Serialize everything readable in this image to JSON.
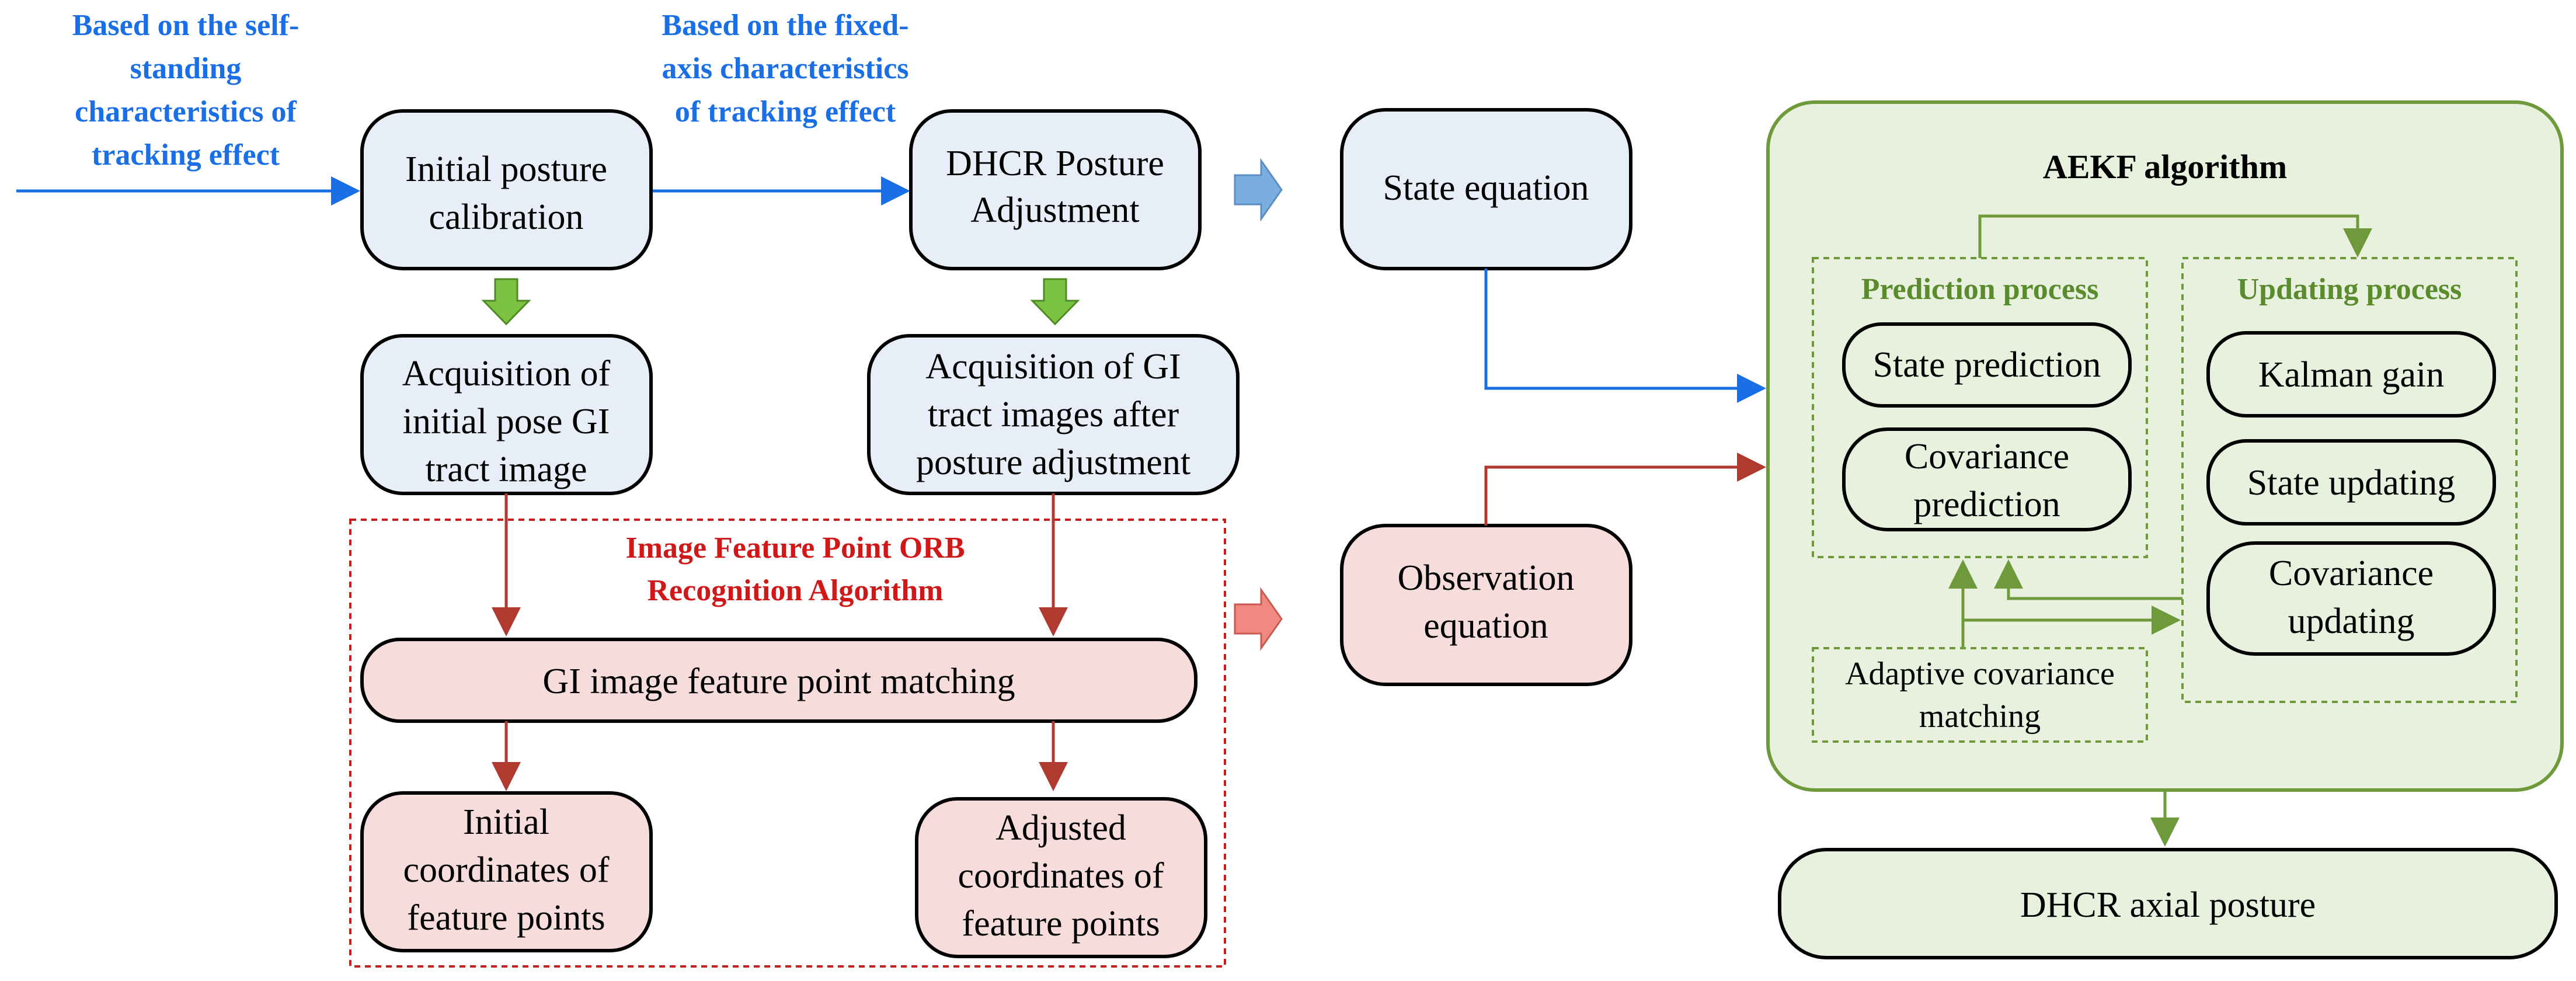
{
  "colors": {
    "blue_box": "#e8eef7",
    "pink_box": "#f7dcdc",
    "green_panel": "#e8f0de",
    "green_stroke": "#6e9a3c",
    "blue_line": "#1a6ee6",
    "red_line": "#b03a30",
    "green_arrow": "#7cc243",
    "dashed_red": "#c81e1e"
  },
  "notes": {
    "self_standing": [
      "Based on the self-",
      "standing",
      "characteristics of",
      "tracking effect"
    ],
    "fixed_axis": [
      "Based on the fixed-",
      "axis characteristics",
      "of  tracking effect"
    ],
    "orb": [
      "Image Feature Point ORB",
      "Recognition Algorithm"
    ]
  },
  "boxes": {
    "initial_calibration": [
      "Initial posture",
      "calibration"
    ],
    "dhcr_adjustment": [
      "DHCR Posture",
      "Adjustment"
    ],
    "state_equation": [
      "State equation"
    ],
    "acq_initial": [
      "Acquisition of",
      "initial pose GI",
      "tract image"
    ],
    "acq_adjusted": [
      "Acquisition of GI",
      "tract images after",
      "posture adjustment"
    ],
    "observation": [
      "Observation",
      "equation"
    ],
    "matching": [
      "GI image feature point matching"
    ],
    "initial_coords": [
      "Initial",
      "coordinates of",
      "feature points"
    ],
    "adjusted_coords": [
      "Adjusted",
      "coordinates of",
      "feature points"
    ],
    "state_prediction": [
      "State prediction"
    ],
    "cov_prediction": [
      "Covariance",
      "prediction"
    ],
    "kalman_gain": [
      "Kalman gain"
    ],
    "state_updating": [
      "State updating"
    ],
    "cov_updating": [
      "Covariance",
      "updating"
    ],
    "adaptive": [
      "Adaptive covariance",
      "matching"
    ],
    "axial_posture": [
      "DHCR axial posture"
    ]
  },
  "aekf": {
    "title": "AEKF algorithm",
    "prediction_title": "Prediction process",
    "updating_title": "Updating process"
  }
}
